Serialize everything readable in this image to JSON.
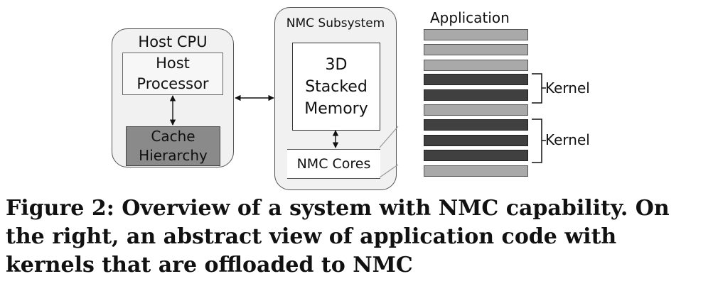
{
  "host_cpu": {
    "title": "Host CPU",
    "processor_label": "Host Processor",
    "cache_label": "Cache Hierarchy"
  },
  "nmc_subsystem": {
    "title": "NMC Subsystem",
    "memory_label": "3D Stacked Memory",
    "cores_label": "NMC Cores"
  },
  "application": {
    "title": "Application",
    "blocks": [
      "app",
      "app",
      "app",
      "kernel",
      "kernel",
      "app",
      "kernel",
      "kernel",
      "kernel",
      "app"
    ],
    "kernel_labels": [
      "Kernel",
      "Kernel"
    ]
  },
  "caption": "Figure 2: Overview of a system with NMC capability. On the right, an abstract view of application code with kernels that are offloaded to NMC",
  "colors": {
    "app_block": "#a9a9a9",
    "kernel_block": "#404040",
    "cache_block": "#8a8a8a",
    "container_fill": "#f1f1f1"
  }
}
